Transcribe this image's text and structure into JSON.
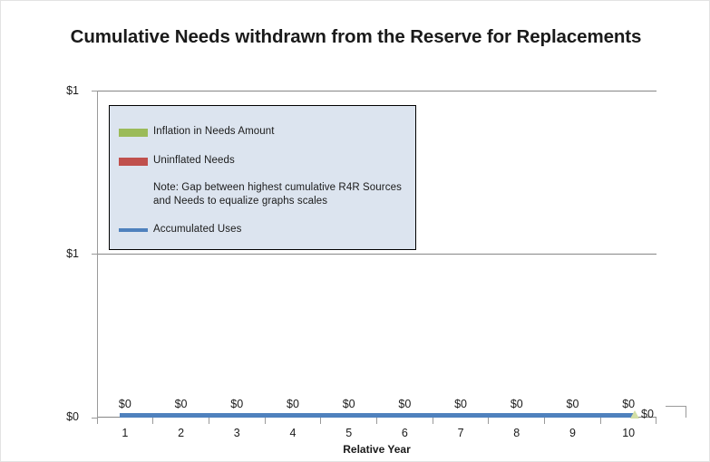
{
  "chart_data": {
    "type": "line",
    "title": "Cumulative Needs withdrawn from the Reserve for Replacements",
    "xlabel": "Relative Year",
    "ylabel": "",
    "grid": true,
    "legend_position": "inside-upper-left",
    "categories": [
      "1",
      "2",
      "3",
      "4",
      "5",
      "6",
      "7",
      "8",
      "9",
      "10"
    ],
    "y_tick_labels": [
      "$1",
      "$1",
      "$0"
    ],
    "ylim": [
      0,
      1
    ],
    "series": [
      {
        "name": "Accumulated Uses",
        "type": "line",
        "color": "#4f81bd",
        "values": [
          0,
          0,
          0,
          0,
          0,
          0,
          0,
          0,
          0,
          0
        ],
        "data_labels": [
          "$0",
          "$0",
          "$0",
          "$0",
          "$0",
          "$0",
          "$0",
          "$0",
          "$0",
          "$0"
        ]
      },
      {
        "name": "Uninflated Needs",
        "type": "bar",
        "color": "#c0504d",
        "values": [
          0,
          0,
          0,
          0,
          0,
          0,
          0,
          0,
          0,
          0
        ]
      },
      {
        "name": "Inflation in Needs Amount",
        "type": "bar",
        "color": "#9bbb59",
        "values": [
          0,
          0,
          0,
          0,
          0,
          0,
          0,
          0,
          0,
          0
        ]
      }
    ],
    "annotations": [
      {
        "name": "endpoint-label",
        "text": "$0"
      }
    ]
  },
  "title": {
    "text": "Cumulative Needs withdrawn from the Reserve for Replacements"
  },
  "axes": {
    "x_title": "Relative Year",
    "x_categories": [
      "1",
      "2",
      "3",
      "4",
      "5",
      "6",
      "7",
      "8",
      "9",
      "10"
    ],
    "y_labels": [
      "$1",
      "$1",
      "$0"
    ]
  },
  "data_labels": [
    "$0",
    "$0",
    "$0",
    "$0",
    "$0",
    "$0",
    "$0",
    "$0",
    "$0",
    "$0"
  ],
  "endpoint_label": "$0",
  "legend": {
    "entries": [
      {
        "label": "Inflation in Needs Amount",
        "color": "#9bbb59",
        "marker": "swatch"
      },
      {
        "label": "Uninflated Needs",
        "color": "#c0504d",
        "marker": "swatch"
      },
      {
        "label": "Accumulated Uses",
        "color": "#4f81bd",
        "marker": "line"
      }
    ],
    "note": "Note: Gap between highest cumulative R4R Sources and Needs to equalize graphs scales"
  },
  "colors": {
    "inflation": "#9bbb59",
    "uninflated": "#c0504d",
    "accumulated": "#4f81bd",
    "legend_background": "#dce4ef",
    "gridline": "#868686",
    "marker": "#d3dfa6"
  }
}
